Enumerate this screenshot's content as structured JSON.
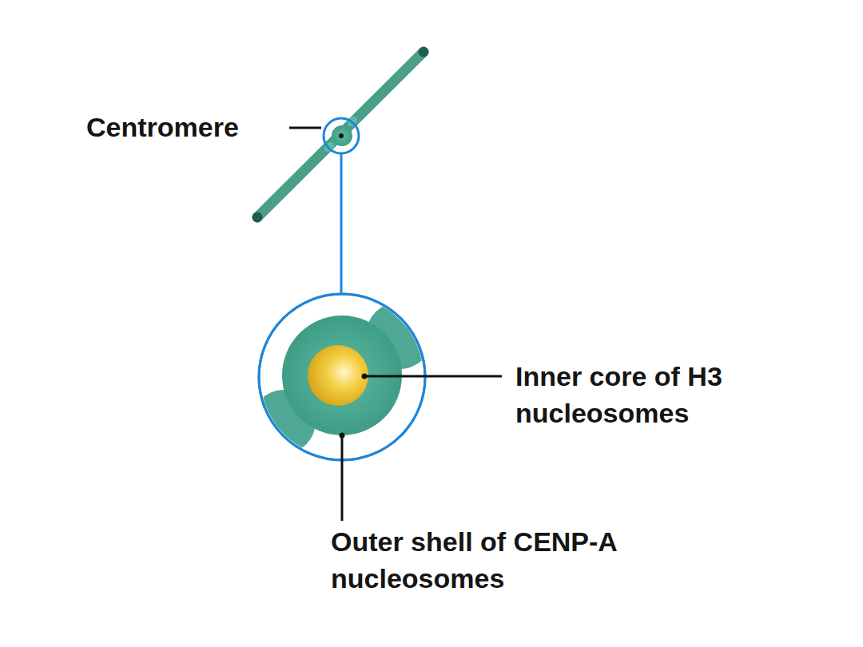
{
  "diagram": {
    "labels": [
      "Centromere",
      "Inner core of H3 nucleosomes",
      "Outer shell of CENP-A nucleosomes"
    ]
  }
}
